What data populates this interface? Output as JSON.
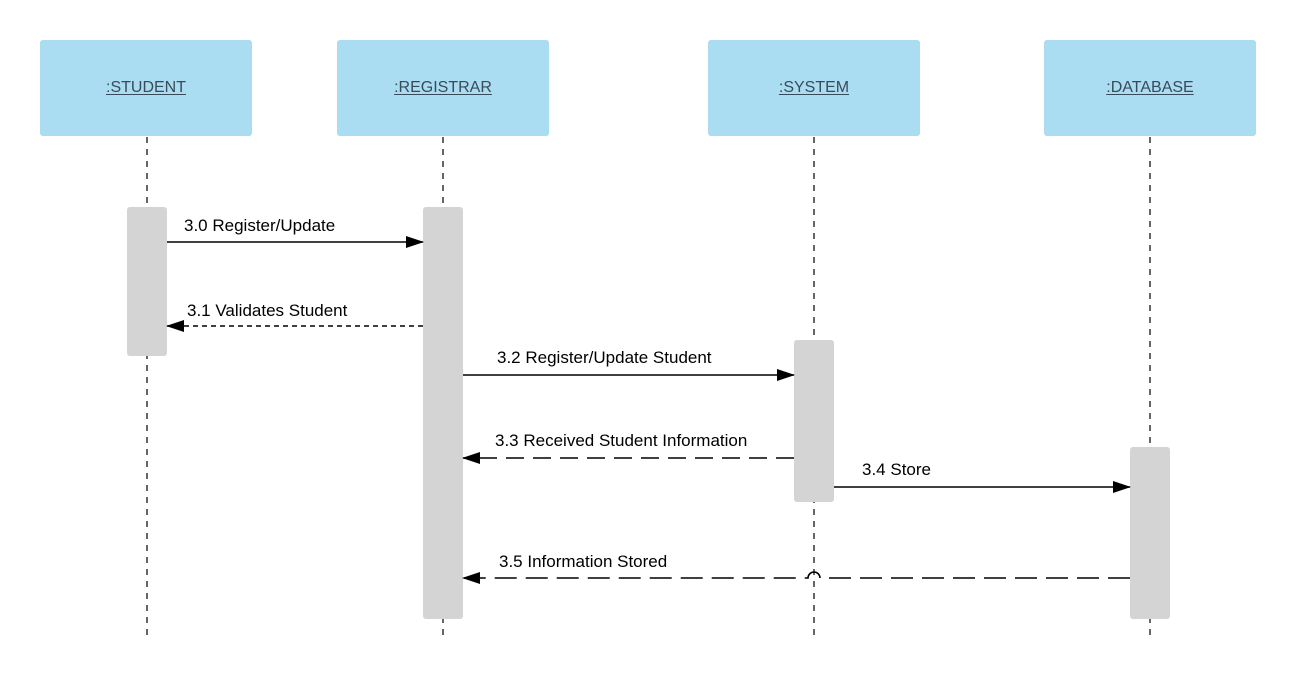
{
  "colors": {
    "header_fill": "#aadcf2",
    "activation_fill": "#d4d4d4",
    "line": "#000000",
    "lifeline": "#333333"
  },
  "lifelines": [
    {
      "id": "student",
      "label": ":STUDENT"
    },
    {
      "id": "registrar",
      "label": ":REGISTRAR"
    },
    {
      "id": "system",
      "label": ":SYSTEM"
    },
    {
      "id": "database",
      "label": ":DATABASE"
    }
  ],
  "messages": [
    {
      "label": "3.0 Register/Update",
      "from": "student",
      "to": "registrar",
      "style": "solid"
    },
    {
      "label": "3.1 Validates Student",
      "from": "registrar",
      "to": "student",
      "style": "dotted"
    },
    {
      "label": "3.2 Register/Update Student",
      "from": "registrar",
      "to": "system",
      "style": "solid"
    },
    {
      "label": "3.3 Received Student Information",
      "from": "system",
      "to": "registrar",
      "style": "dashed"
    },
    {
      "label": "3.4 Store",
      "from": "system",
      "to": "database",
      "style": "solid"
    },
    {
      "label": "3.5 Information Stored",
      "from": "database",
      "to": "registrar",
      "style": "dashed"
    }
  ]
}
